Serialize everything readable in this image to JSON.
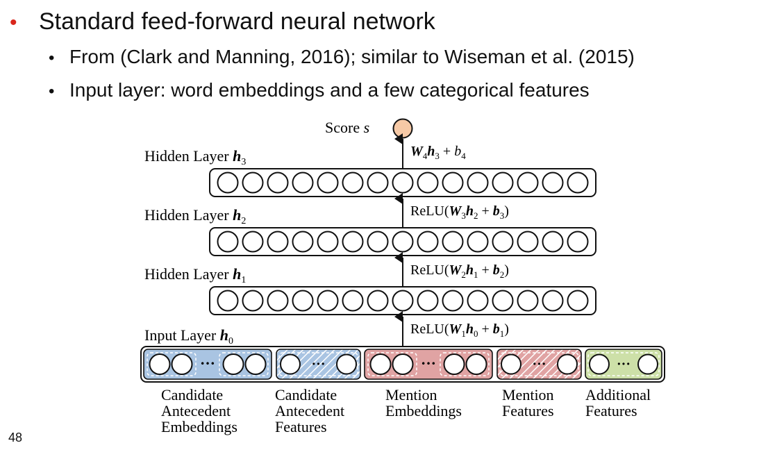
{
  "slide": {
    "main_bullet": "Standard feed-forward neural network",
    "sub_bullets": [
      "From (Clark and Manning, 2016); similar to Wiseman et al. (2015)",
      "Input layer: word embeddings and a few categorical features"
    ],
    "page_number": "48"
  },
  "diagram": {
    "score": {
      "label": "Score",
      "var": "s"
    },
    "layers": [
      {
        "label": "Hidden Layer",
        "var": "h",
        "sub": "3",
        "units": 15
      },
      {
        "label": "Hidden Layer",
        "var": "h",
        "sub": "2",
        "units": 15
      },
      {
        "label": "Hidden Layer",
        "var": "h",
        "sub": "1",
        "units": 15
      }
    ],
    "input_layer": {
      "label": "Input Layer",
      "var": "h",
      "sub": "0"
    },
    "transitions": [
      {
        "func": "",
        "W": "W",
        "w_sub": "4",
        "h_sub": "3",
        "b": "b",
        "b_sub": "4",
        "bold_b": false
      },
      {
        "func": "ReLU",
        "W": "W",
        "w_sub": "3",
        "h_sub": "2",
        "b": "b",
        "b_sub": "3",
        "bold_b": true
      },
      {
        "func": "ReLU",
        "W": "W",
        "w_sub": "2",
        "h_sub": "1",
        "b": "b",
        "b_sub": "2",
        "bold_b": true
      },
      {
        "func": "ReLU",
        "W": "W",
        "w_sub": "1",
        "h_sub": "0",
        "b": "b",
        "b_sub": "1",
        "bold_b": true
      }
    ],
    "input_groups": [
      {
        "lines": [
          "Candidate",
          "Antecedent",
          "Embeddings"
        ],
        "color": "#a9c4e2",
        "stroke": "#3f6fa8",
        "hatched": false,
        "wide": true
      },
      {
        "lines": [
          "Candidate",
          "Antecedent",
          "Features"
        ],
        "color": "#a9c4e2",
        "stroke": "#3f6fa8",
        "hatched": true,
        "wide": false
      },
      {
        "lines": [
          "Mention",
          "Embeddings"
        ],
        "color": "#e0a3a3",
        "stroke": "#b04a4a",
        "hatched": false,
        "wide": true
      },
      {
        "lines": [
          "Mention",
          "Features"
        ],
        "color": "#e0a3a3",
        "stroke": "#b04a4a",
        "hatched": true,
        "wide": false
      },
      {
        "lines": [
          "Additional",
          "Features"
        ],
        "color": "#cde0a8",
        "stroke": "#6f9240",
        "hatched": false,
        "wide": false
      }
    ],
    "colors": {
      "score_node": "#f6c9a6",
      "line": "#111111"
    }
  }
}
